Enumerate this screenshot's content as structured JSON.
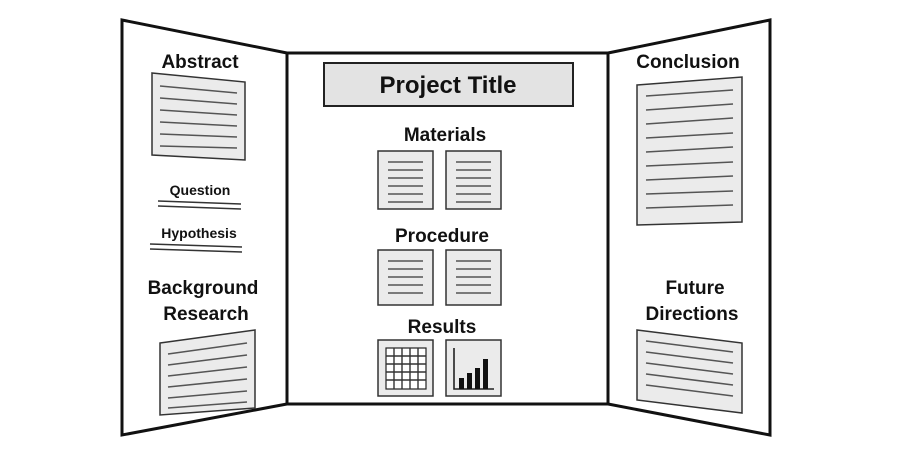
{
  "board": {
    "left_panel": {
      "abstract": "Abstract",
      "question": "Question",
      "hypothesis": "Hypothesis",
      "background_line1": "Background",
      "background_line2": "Research"
    },
    "center_panel": {
      "title": "Project Title",
      "materials": "Materials",
      "procedure": "Procedure",
      "results": "Results"
    },
    "right_panel": {
      "conclusion": "Conclusion",
      "future_line1": "Future",
      "future_line2": "Directions"
    }
  }
}
